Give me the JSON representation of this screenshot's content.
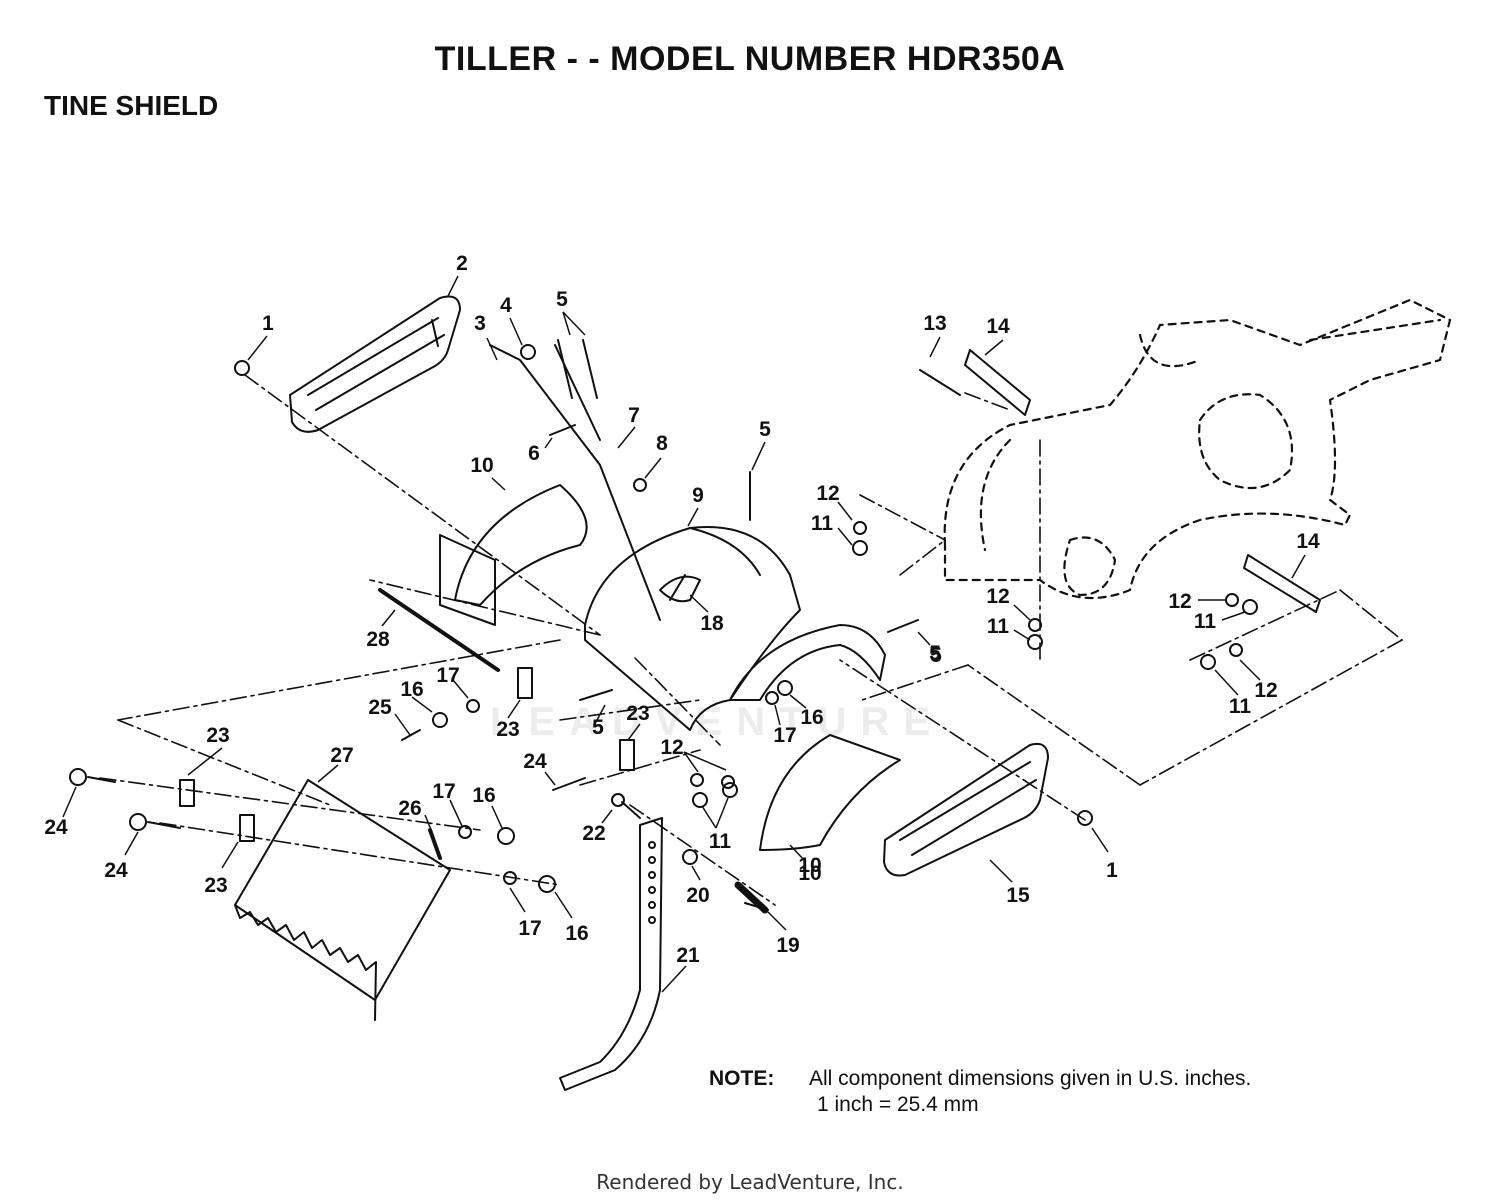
{
  "header": {
    "title": "TILLER - - MODEL NUMBER HDR350A",
    "section": "TINE SHIELD"
  },
  "watermark": "LEADVENTURE",
  "note": {
    "label": "NOTE:",
    "line1": "All component dimensions given in U.S. inches.",
    "line2": "1 inch = 25.4 mm"
  },
  "footer": "Rendered by LeadVenture, Inc.",
  "callouts": [
    {
      "n": "1"
    },
    {
      "n": "2"
    },
    {
      "n": "3"
    },
    {
      "n": "4"
    },
    {
      "n": "5"
    },
    {
      "n": "5"
    },
    {
      "n": "6"
    },
    {
      "n": "7"
    },
    {
      "n": "8"
    },
    {
      "n": "9"
    },
    {
      "n": "10"
    },
    {
      "n": "10"
    },
    {
      "n": "12"
    },
    {
      "n": "11"
    },
    {
      "n": "5"
    },
    {
      "n": "13"
    },
    {
      "n": "14"
    },
    {
      "n": "14"
    },
    {
      "n": "12"
    },
    {
      "n": "11"
    },
    {
      "n": "12"
    },
    {
      "n": "11"
    },
    {
      "n": "11"
    },
    {
      "n": "12"
    },
    {
      "n": "28"
    },
    {
      "n": "18"
    },
    {
      "n": "5"
    },
    {
      "n": "17"
    },
    {
      "n": "16"
    },
    {
      "n": "25"
    },
    {
      "n": "23"
    },
    {
      "n": "5"
    },
    {
      "n": "23"
    },
    {
      "n": "16"
    },
    {
      "n": "17"
    },
    {
      "n": "23"
    },
    {
      "n": "27"
    },
    {
      "n": "24"
    },
    {
      "n": "12"
    },
    {
      "n": "11"
    },
    {
      "n": "24"
    },
    {
      "n": "17"
    },
    {
      "n": "16"
    },
    {
      "n": "26"
    },
    {
      "n": "22"
    },
    {
      "n": "24"
    },
    {
      "n": "23"
    },
    {
      "n": "20"
    },
    {
      "n": "10"
    },
    {
      "n": "15"
    },
    {
      "n": "1"
    },
    {
      "n": "17"
    },
    {
      "n": "16"
    },
    {
      "n": "19"
    },
    {
      "n": "21"
    },
    {
      "n": "5"
    }
  ]
}
